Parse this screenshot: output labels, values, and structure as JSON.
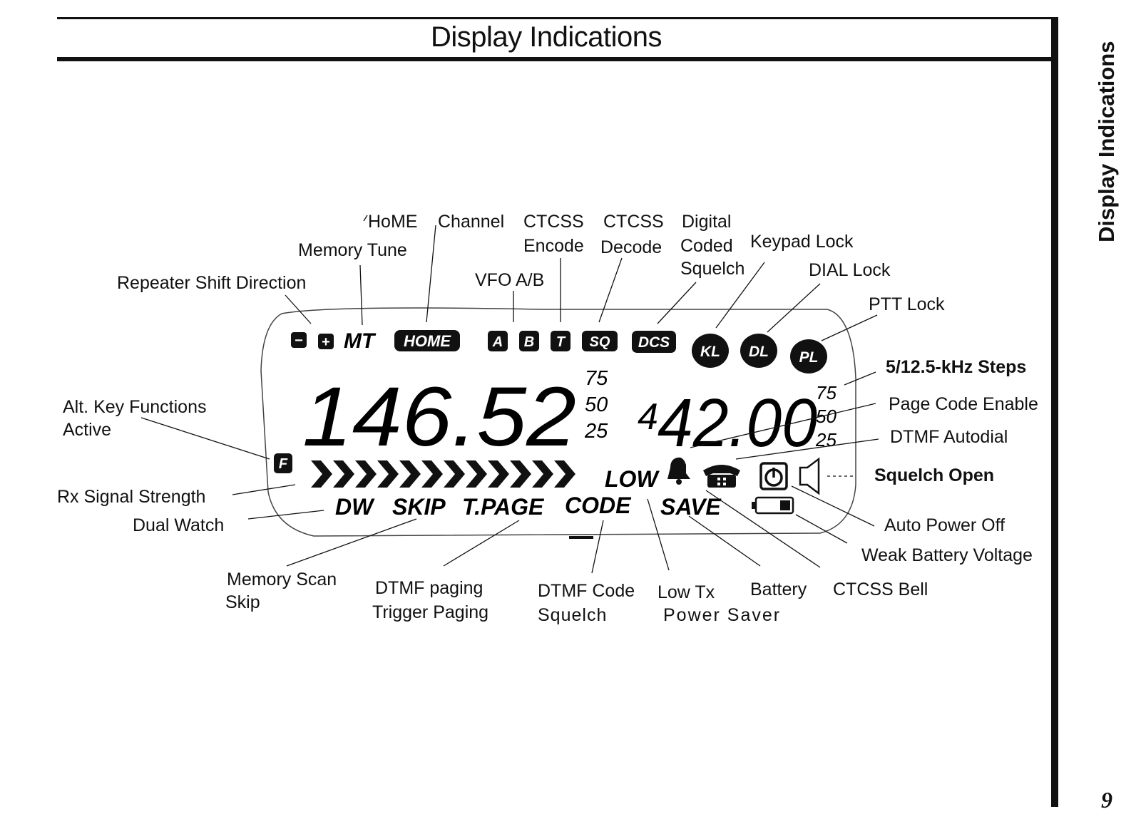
{
  "header": {
    "title": "Display  Indications"
  },
  "side_tab": {
    "title": "Display Indications"
  },
  "page_number": "9",
  "lcd": {
    "minus": "−",
    "plus": "+",
    "mt": "MT",
    "home": "HOME",
    "vfo_a": "A",
    "vfo_b": "B",
    "tone": "T",
    "sq": "SQ",
    "dcs": "DCS",
    "kl": "KL",
    "dl": "DL",
    "pl": "PL",
    "main_freq": "146.52",
    "main_steps": [
      "75",
      "50",
      "25"
    ],
    "sub_prefix": "4",
    "sub_freq": "42.00",
    "sub_steps": [
      "75",
      "50",
      "25"
    ],
    "f_key": "F",
    "low": "LOW",
    "dw": "DW",
    "skip": "SKIP",
    "tpage": "T.PAGE",
    "code": "CODE",
    "save": "SAVE",
    "signal_bars": 12
  },
  "labels": {
    "home_channel_1": "HoME",
    "home_channel_2": "Channel",
    "memory_tune": "Memory Tune",
    "repeater_shift": "Repeater Shift Direction",
    "ctcss_enc_1": "CTCSS",
    "ctcss_enc_2": "Encode",
    "ctcss_dec_1": "CTCSS",
    "ctcss_dec_2": "Decode",
    "dcs_1": "Digital",
    "dcs_2": "Coded",
    "dcs_3": "Squelch",
    "vfo_ab": "VFO A/B",
    "keypad_lock": "Keypad Lock",
    "dial_lock": "DIAL Lock",
    "ptt_lock": "PTT Lock",
    "steps": "5/12.5-kHz Steps",
    "page_code_enable": "Page Code Enable",
    "dtmf_autodial": "DTMF  Autodial",
    "squelch_open": "Squelch Open",
    "alt_key_1": "Alt. Key Functions",
    "alt_key_2": "Active",
    "rx_signal": "Rx  Signal  Strength",
    "dual_watch": "Dual Watch",
    "auto_power_off": "Auto Power Off",
    "weak_battery": "Weak Battery Voltage",
    "memory_scan_1": "Memory Scan",
    "memory_scan_2": "Skip",
    "dtmf_paging_1": "DTMF  paging",
    "dtmf_paging_2": "Trigger Paging",
    "dtmf_code_1": "DTMF Code",
    "dtmf_code_2": "Squelch",
    "low_tx": "Low  Tx",
    "battery": "Battery",
    "power_saver": "Power  Saver",
    "ctcss_bell": "CTCSS Bell"
  }
}
